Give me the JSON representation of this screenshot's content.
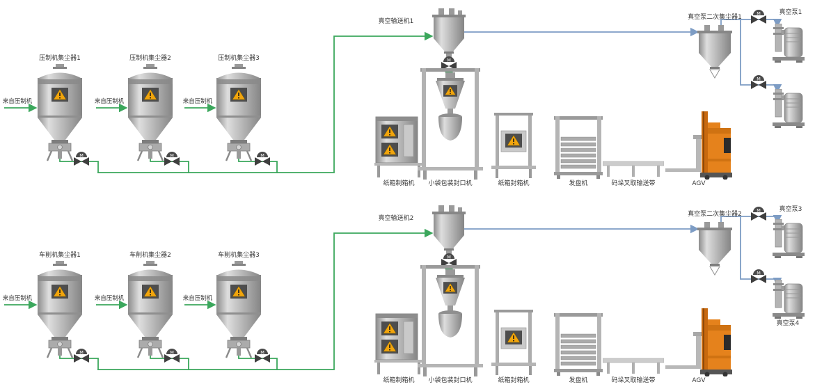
{
  "sections": {
    "top": {
      "collectors": [
        {
          "name": "压制机集尘器1",
          "source": "来自压制机"
        },
        {
          "name": "压制机集尘器2",
          "source": "来自压制机"
        },
        {
          "name": "压制机集尘器3",
          "source": "来自压制机"
        }
      ],
      "vacuum_conveyor": "真空输送机1",
      "secondary_collector": "真空泵二次集尘器1",
      "pump_top": "真空泵1",
      "equipment": [
        "纸箱制箱机",
        "小袋包装封口机",
        "纸箱封箱机",
        "发盘机",
        "码垛叉取输送带",
        "AGV"
      ]
    },
    "bottom": {
      "collectors": [
        {
          "name": "车削机集尘器1",
          "source": "来自压制机"
        },
        {
          "name": "车削机集尘器2",
          "source": "来自压制机"
        },
        {
          "name": "车削机集尘器3",
          "source": "来自压制机"
        }
      ],
      "vacuum_conveyor": "真空输送机2",
      "secondary_collector": "真空泵二次集尘器2",
      "pump_top": "真空泵3",
      "pump_bottom": "真空泵4",
      "equipment": [
        "纸箱制箱机",
        "小袋包装封口机",
        "纸箱封箱机",
        "发盘机",
        "码垛叉取输送带",
        "AGV"
      ]
    }
  },
  "glyphs": {
    "valve_motor": "M"
  },
  "colors": {
    "pipe_green": "#3ba75c",
    "pipe_blue": "#7d9cc4",
    "warning_yellow": "#f2a50c",
    "vessel_gray": "#bcbcbc",
    "agv_orange": "#e5821c"
  }
}
